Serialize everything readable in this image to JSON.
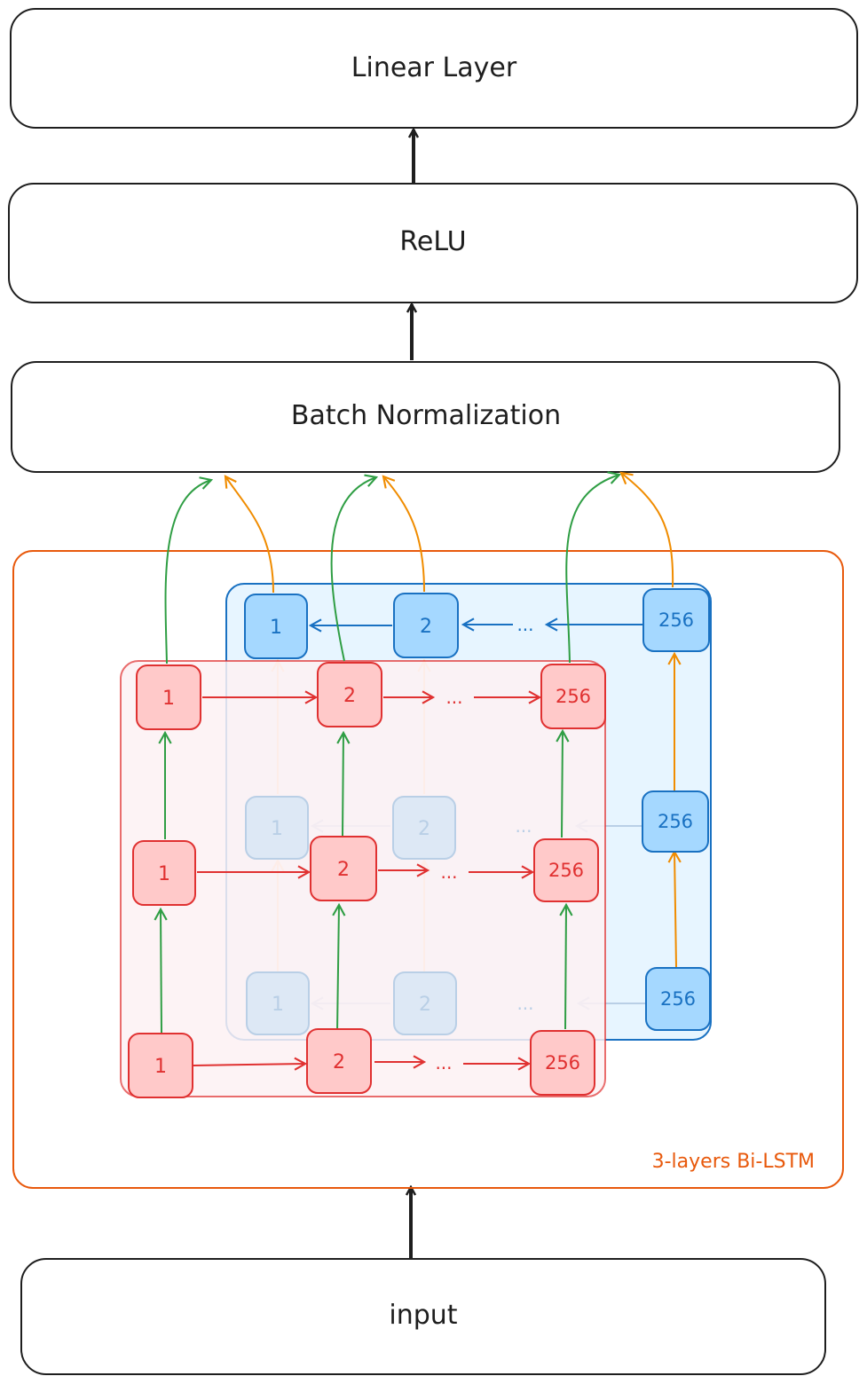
{
  "blocks": {
    "linear": "Linear Layer",
    "relu": "ReLU",
    "batchnorm": "Batch Normalization",
    "input": "input"
  },
  "lstm": {
    "label": "3-layers Bi-LSTM",
    "cell_first": "1",
    "cell_second": "2",
    "cell_last": "256",
    "ellipsis": "..."
  },
  "colors": {
    "forward": "#e03131",
    "forward_fill": "#ffc9c9",
    "backward": "#1971c2",
    "backward_fill": "#a5d8ff",
    "orange_box": "#e8590c",
    "green_arrow": "#2f9e44",
    "orange_arrow": "#f08c00",
    "black": "#1e1e1e"
  }
}
